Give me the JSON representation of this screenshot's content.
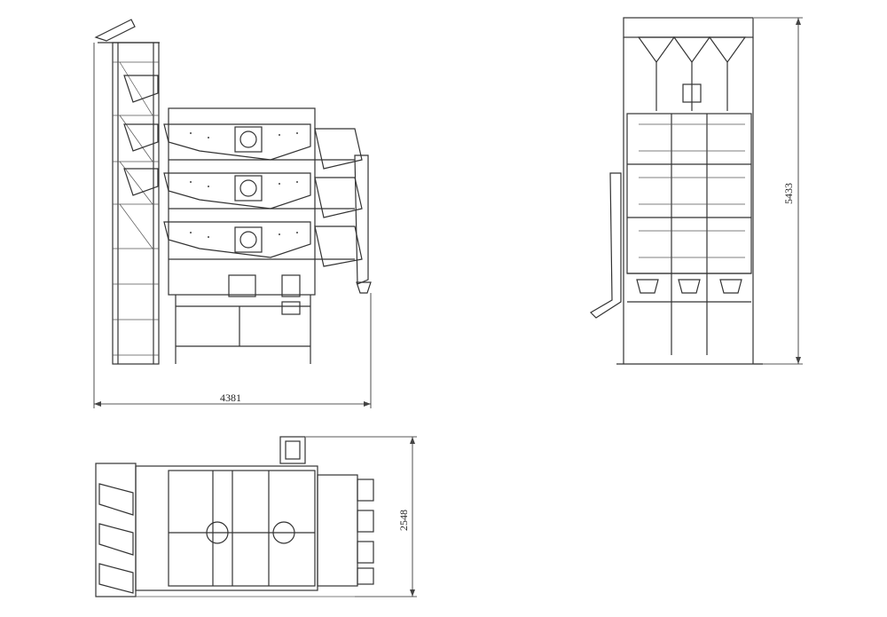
{
  "dimensions": {
    "side_width": "4381",
    "front_height": "5433",
    "top_depth": "2548"
  },
  "colors": {
    "line": "#333333",
    "background": "#ffffff"
  }
}
